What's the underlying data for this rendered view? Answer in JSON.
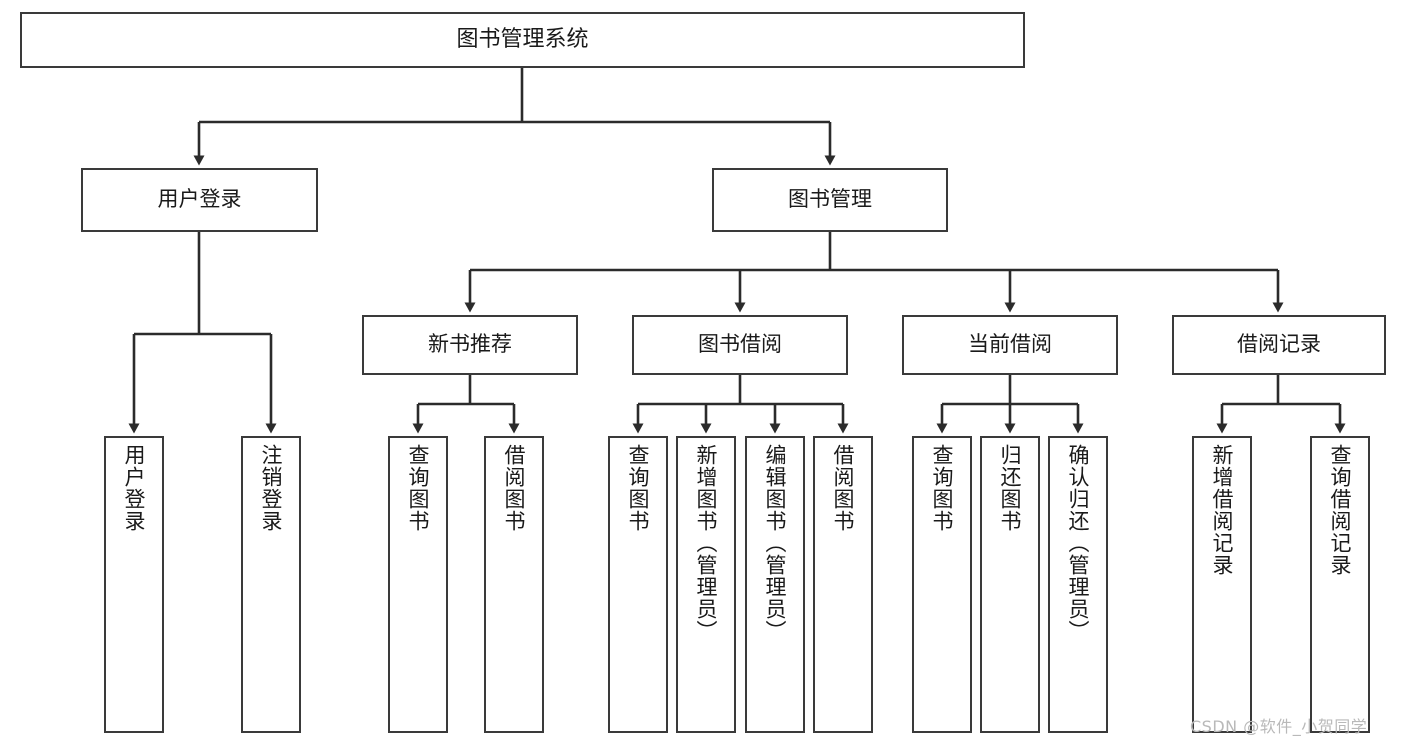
{
  "diagram": {
    "type": "tree",
    "title": "图书管理系统",
    "watermark": "CSDN @软件_小贺同学",
    "colors": {
      "box_border": "#3a3a3a",
      "box_fill": "#ffffff",
      "connector": "#2b2b2b",
      "watermark": "#b9b9b9"
    },
    "levels": [
      {
        "level": 1,
        "nodes": [
          "图书管理系统"
        ]
      },
      {
        "level": 2,
        "nodes": [
          "用户登录",
          "图书管理"
        ]
      },
      {
        "level": 3,
        "nodes": [
          "新书推荐",
          "图书借阅",
          "当前借阅",
          "借阅记录"
        ]
      },
      {
        "level": 4,
        "nodes": [
          "用户登录",
          "注销登录",
          "查询图书",
          "借阅图书",
          "查询图书",
          "新增图书（管理员）",
          "编辑图书（管理员）",
          "借阅图书",
          "查询图书",
          "归还图书",
          "确认归还（管理员）",
          "新增借阅记录",
          "查询借阅记录"
        ]
      }
    ],
    "root": {
      "id": "root",
      "label": "图书管理系统"
    },
    "level2": [
      {
        "id": "user-login",
        "label": "用户登录"
      },
      {
        "id": "book-manage",
        "label": "图书管理"
      }
    ],
    "level3": [
      {
        "id": "new-book-rec",
        "label": "新书推荐"
      },
      {
        "id": "book-borrow",
        "label": "图书借阅"
      },
      {
        "id": "current-borrow",
        "label": "当前借阅"
      },
      {
        "id": "borrow-record",
        "label": "借阅记录"
      }
    ],
    "leaves": {
      "user-login": [
        {
          "id": "leaf-user-login",
          "label": "用户登录"
        },
        {
          "id": "leaf-user-logout",
          "label": "注销登录"
        }
      ],
      "new-book-rec": [
        {
          "id": "leaf-query-book-1",
          "label": "查询图书"
        },
        {
          "id": "leaf-borrow-book-1",
          "label": "借阅图书"
        }
      ],
      "book-borrow": [
        {
          "id": "leaf-query-book-2",
          "label": "查询图书"
        },
        {
          "id": "leaf-add-book",
          "label": "新增图书（管理员）"
        },
        {
          "id": "leaf-edit-book",
          "label": "编辑图书（管理员）"
        },
        {
          "id": "leaf-borrow-book-2",
          "label": "借阅图书"
        }
      ],
      "current-borrow": [
        {
          "id": "leaf-query-book-3",
          "label": "查询图书"
        },
        {
          "id": "leaf-return-book",
          "label": "归还图书"
        },
        {
          "id": "leaf-confirm-return",
          "label": "确认归还（管理员）"
        }
      ],
      "borrow-record": [
        {
          "id": "leaf-add-record",
          "label": "新增借阅记录"
        },
        {
          "id": "leaf-query-record",
          "label": "查询借阅记录"
        }
      ]
    }
  }
}
